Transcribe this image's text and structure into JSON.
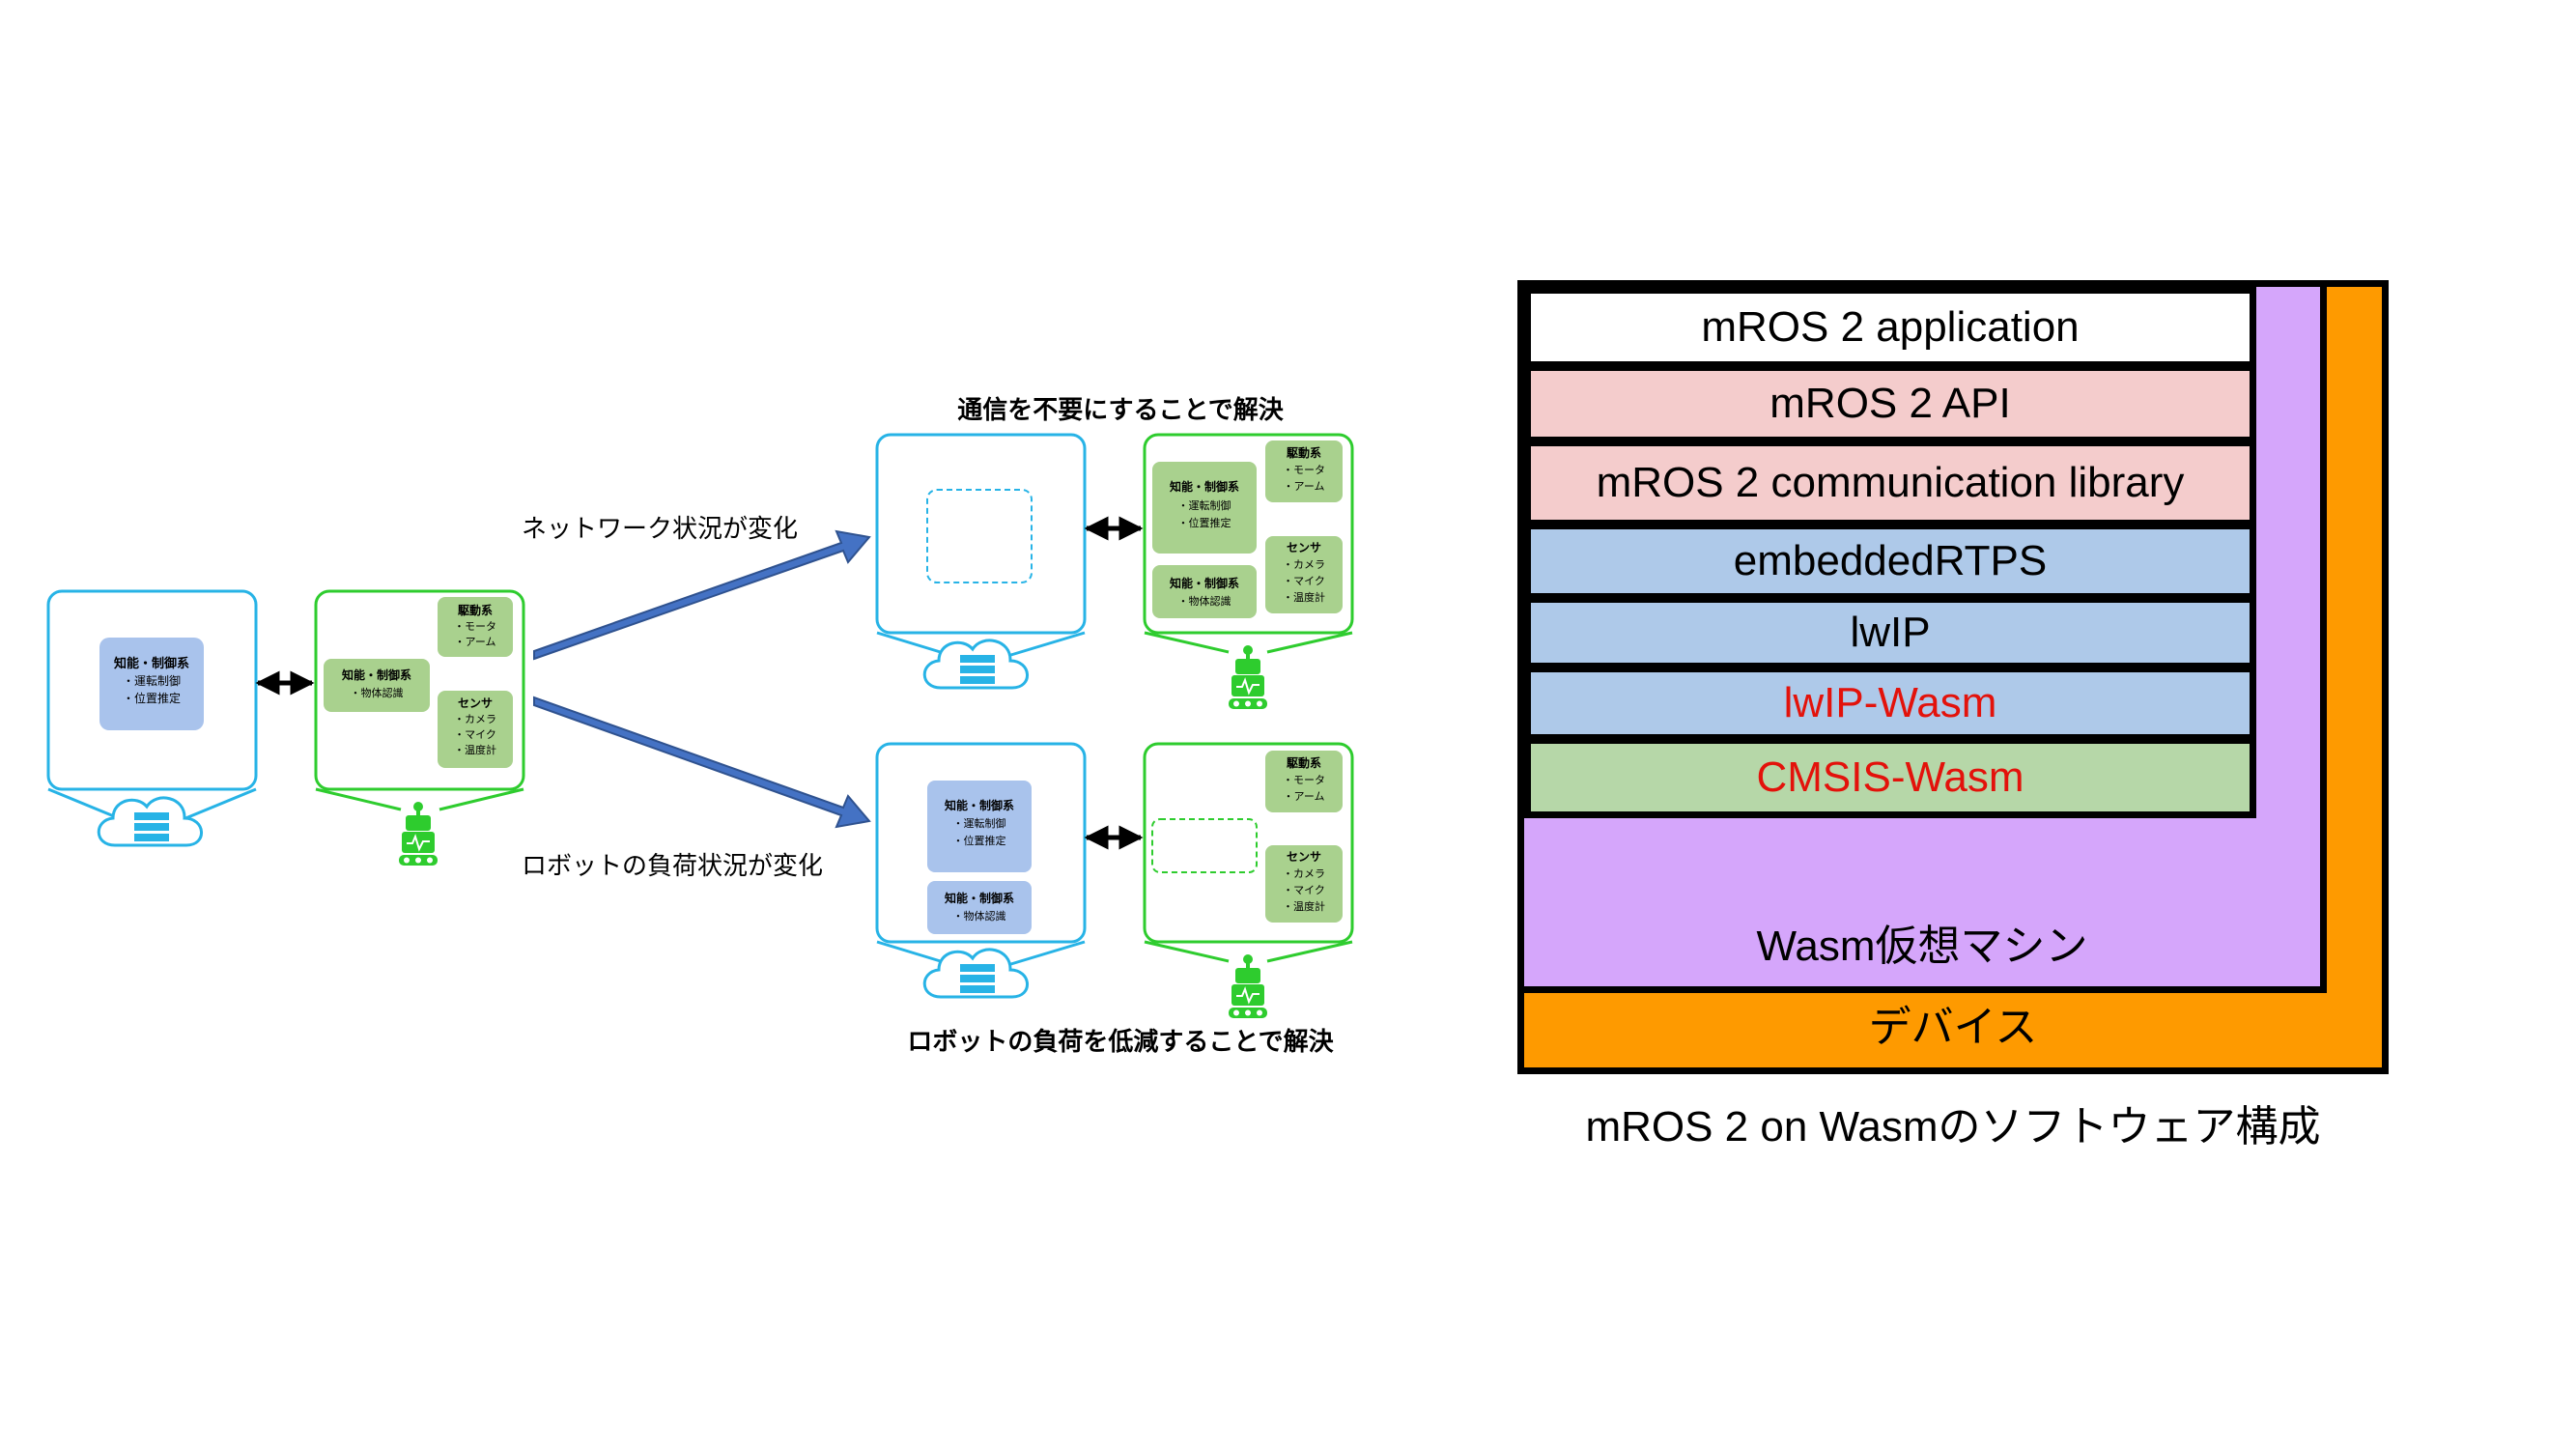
{
  "left": {
    "initial": {
      "cloud": {
        "module": {
          "title": "知能・制御系",
          "items": [
            "・運転制御",
            "・位置推定"
          ]
        }
      },
      "robot": {
        "intelligence": {
          "title": "知能・制御系",
          "items": [
            "・物体認識"
          ]
        },
        "drive": {
          "title": "駆動系",
          "items": [
            "・モータ",
            "・アーム"
          ]
        },
        "sensor": {
          "title": "センサ",
          "items": [
            "・カメラ",
            "・マイク",
            "・温度計"
          ]
        }
      }
    },
    "arrow_top_label": "ネットワーク状況が変化",
    "arrow_bottom_label": "ロボットの負荷状況が変化",
    "top_case": {
      "caption": "通信を不要にすることで解決",
      "robot": {
        "intelligence_a": {
          "title": "知能・制御系",
          "items": [
            "・運転制御",
            "・位置推定"
          ]
        },
        "intelligence_b": {
          "title": "知能・制御系",
          "items": [
            "・物体認識"
          ]
        },
        "drive": {
          "title": "駆動系",
          "items": [
            "・モータ",
            "・アーム"
          ]
        },
        "sensor": {
          "title": "センサ",
          "items": [
            "・カメラ",
            "・マイク",
            "・温度計"
          ]
        }
      }
    },
    "bottom_case": {
      "caption": "ロボットの負荷を低減することで解決",
      "cloud": {
        "module_a": {
          "title": "知能・制御系",
          "items": [
            "・運転制御",
            "・位置推定"
          ]
        },
        "module_b": {
          "title": "知能・制御系",
          "items": [
            "・物体認識"
          ]
        }
      },
      "robot": {
        "drive": {
          "title": "駆動系",
          "items": [
            "・モータ",
            "・アーム"
          ]
        },
        "sensor": {
          "title": "センサ",
          "items": [
            "・カメラ",
            "・マイク",
            "・温度計"
          ]
        }
      }
    }
  },
  "stack": {
    "layers": {
      "app": "mROS 2 application",
      "api": "mROS 2 API",
      "comm": "mROS 2 communication library",
      "rtps": "embeddedRTPS",
      "lwip": "lwIP",
      "lwip_wasm": "lwIP-Wasm",
      "cmsis_wasm": "CMSIS-Wasm",
      "wasm_vm": "Wasm仮想マシン",
      "device": "デバイス"
    },
    "caption": "mROS 2 on Wasmのソフトウェア構成"
  },
  "colors": {
    "cloud_border": "#27b3e6",
    "robot_border": "#2ecc2e",
    "blue_module": "#a9c3ec",
    "green_module": "#a9d18e",
    "arrow": "#4472c4",
    "highlight_red": "#e3120b",
    "wasm_purple": "#d5a6fb",
    "device_orange": "#fe9a00"
  },
  "icons": [
    "cloud-server-icon",
    "robot-icon",
    "double-arrow-icon"
  ]
}
